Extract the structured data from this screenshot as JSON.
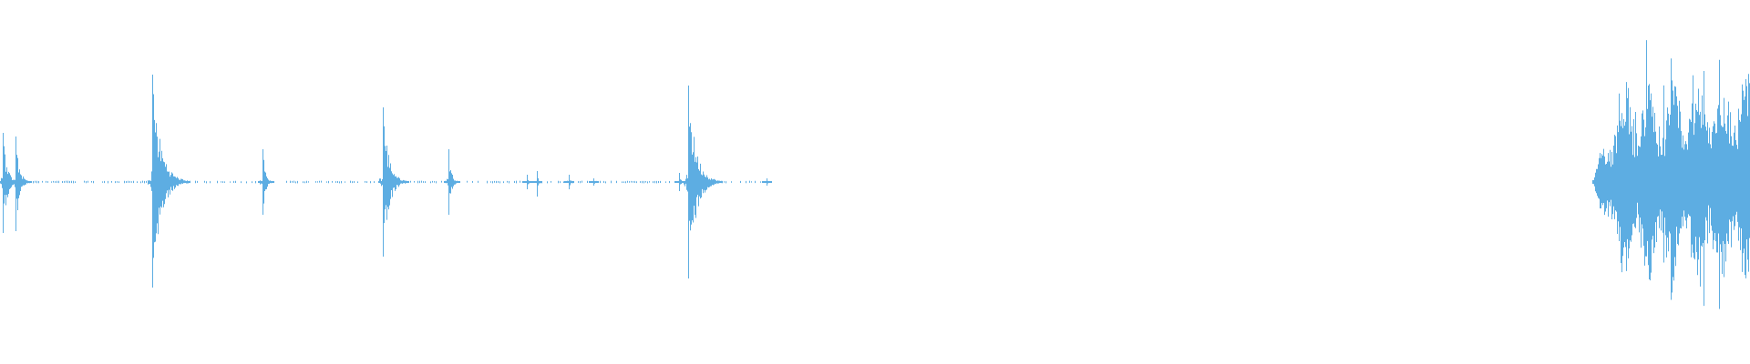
{
  "waveform": {
    "color": "#5dade2",
    "background": "#ffffff",
    "duration_fraction_segments": [
      {
        "start": 0.0,
        "end": 0.01,
        "level": 0.1
      },
      {
        "start": 0.01,
        "end": 0.045,
        "level": 0.01
      },
      {
        "start": 0.045,
        "end": 0.084,
        "level": 0.005
      },
      {
        "start": 0.084,
        "end": 0.44,
        "level": 0.005
      },
      {
        "start": 0.91,
        "end": 1.0,
        "level": 0.5
      }
    ],
    "transients": [
      {
        "position": 0.0015,
        "peak_up": 0.27,
        "peak_down": 0.28
      },
      {
        "position": 0.009,
        "peak_up": 0.25,
        "peak_down": 0.27
      },
      {
        "position": 0.087,
        "peak_up": 0.59,
        "peak_down": 0.58
      },
      {
        "position": 0.15,
        "peak_up": 0.18,
        "peak_down": 0.18
      },
      {
        "position": 0.219,
        "peak_up": 0.41,
        "peak_down": 0.41
      },
      {
        "position": 0.256,
        "peak_up": 0.18,
        "peak_down": 0.18
      },
      {
        "position": 0.301,
        "peak_up": 0.04,
        "peak_down": 0.04
      },
      {
        "position": 0.307,
        "peak_up": 0.06,
        "peak_down": 0.08
      },
      {
        "position": 0.325,
        "peak_up": 0.04,
        "peak_down": 0.04
      },
      {
        "position": 0.339,
        "peak_up": 0.02,
        "peak_down": 0.02
      },
      {
        "position": 0.388,
        "peak_up": 0.05,
        "peak_down": 0.05
      },
      {
        "position": 0.393,
        "peak_up": 0.53,
        "peak_down": 0.53
      },
      {
        "position": 0.438,
        "peak_up": 0.02,
        "peak_down": 0.02
      }
    ],
    "sustained_region": {
      "start": 0.91,
      "end": 1.0
    }
  }
}
